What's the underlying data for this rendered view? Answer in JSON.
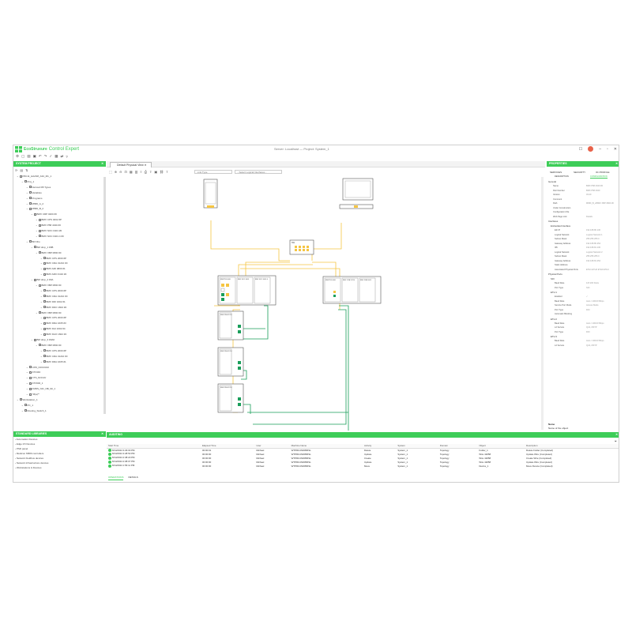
{
  "app": {
    "brand_part1": "EcoStruxure",
    "brand_part2": "Control Expert",
    "window_title": "Server: Localhost — Project: System_1"
  },
  "system_project": {
    "title": "SYSTEM PROJECT",
    "tree": [
      {
        "label": "P6C11_HAAS8_A34_M1_1",
        "level": 0
      },
      {
        "label": "Proj_1",
        "level": 1
      },
      {
        "label": "Derived FB Types",
        "level": 2
      },
      {
        "label": "Variables",
        "level": 2
      },
      {
        "label": "Programs",
        "level": 2
      },
      {
        "label": "M580_A_2",
        "level": 2
      },
      {
        "label": "M580_B_2",
        "level": 2
      },
      {
        "label": "BMX CRP 0200 #0",
        "level": 3
      },
      {
        "label": "BMX CPS 4002 #P",
        "level": 4
      },
      {
        "label": "BMX P58 4040 #0",
        "level": 4
      },
      {
        "label": "BMX NOC 0401 #0",
        "level": 4
      },
      {
        "label": "BMX NOC 0401.4 #0",
        "level": 4
      },
      {
        "label": "BIX Rio",
        "level": 2
      },
      {
        "label": "BM drop_1 #0B",
        "level": 3
      },
      {
        "label": "BMX XBP 0800 #0",
        "level": 4
      },
      {
        "label": "BMX CPS 2000 #P",
        "level": 5
      },
      {
        "label": "BMX CRA 31210 #0",
        "level": 5
      },
      {
        "label": "BMX AMI 0800 #1",
        "level": 5
      },
      {
        "label": "BMX AMO 0410 #2",
        "level": 5
      },
      {
        "label": "BM drop_2 #0A",
        "level": 3
      },
      {
        "label": "BMX XBP 0800 #0",
        "level": 4
      },
      {
        "label": "BMX CPS 2000 #P",
        "level": 5
      },
      {
        "label": "BMX CRA 31210 #0",
        "level": 5
      },
      {
        "label": "BMX DDI 1602 #1",
        "level": 5
      },
      {
        "label": "BMX DDO 1602 #2",
        "level": 5
      },
      {
        "label": "BMX XBP 0800 #0",
        "level": 4
      },
      {
        "label": "BMX CPS 2000 #P",
        "level": 5
      },
      {
        "label": "BMX DRA 1605 #3",
        "level": 5
      },
      {
        "label": "BMX DAI 1602 #4",
        "level": 5
      },
      {
        "label": "BMX DAO 1602 #4",
        "level": 5
      },
      {
        "label": "BM drop_3 #0A0",
        "level": 3
      },
      {
        "label": "BMX XBP 0800 #0",
        "level": 4
      },
      {
        "label": "BMX CPS 2000 #P",
        "level": 5
      },
      {
        "label": "BMX CRA 31210 #0",
        "level": 5
      },
      {
        "label": "BMX DRA 1605 #1",
        "level": 5
      },
      {
        "label": "CPR_NOC0310",
        "level": 2
      },
      {
        "label": "ATV340",
        "level": 2
      },
      {
        "label": "CTS_NOCtrlr",
        "level": 2
      },
      {
        "label": "ATV600_1",
        "level": 2
      },
      {
        "label": "FMDS_NIC_NB_90_1",
        "level": 2
      },
      {
        "label": "\"M(a)*\"",
        "level": 2
      },
      {
        "label": "Workstation_1",
        "level": 0
      },
      {
        "label": "PC_1",
        "level": 1
      },
      {
        "label": "Routing_Switch_1",
        "level": 1
      }
    ]
  },
  "equipment_library": {
    "title": "STANDARD LIBRARIES",
    "items": [
      "Automation Devices",
      "Edge I/O Devices",
      "PSD panel",
      "Modicon M580 controllers",
      "Network Fieldbus devices",
      "Network Infrastructure devices",
      "Workstations & Devices"
    ]
  },
  "editor": {
    "tab_label": "Default Physical View",
    "select_type": "Link Type",
    "select_interface": "- Select Logical Interfaces -"
  },
  "properties": {
    "title": "PROPERTIES",
    "tabs": [
      "SERVICES",
      "SECURITY",
      "IIC PROFILE"
    ],
    "subtabs": [
      "DESCRIPTION",
      "CONFIGURATION"
    ],
    "general_label": "General",
    "general": [
      {
        "k": "Name",
        "v": "BMX P58 4040 #0"
      },
      {
        "k": "Part Number",
        "v": "BMX P58 4040"
      },
      {
        "k": "Version",
        "v": "03.20"
      },
      {
        "k": "Comment",
        "v": ""
      },
      {
        "k": "Path",
        "v": "M580_B_2/BMX XBP 0800 #0"
      },
      {
        "k": "Under Construction",
        "v": ""
      },
      {
        "k": "Configuration File",
        "v": ""
      },
      {
        "k": "Web Page Link",
        "v": "Details"
      }
    ],
    "interfaces_label": "Interfaces",
    "embedded_label": "Embedded Interface",
    "net_a": [
      {
        "k": "Eth IP",
        "v": "192.168.80.130"
      },
      {
        "k": "Logical Network",
        "v": "Logical Network 1"
      },
      {
        "k": "Subnet Mask",
        "v": "255.255.255.0"
      },
      {
        "k": "Gateway Address",
        "v": "192.168.80.254"
      }
    ],
    "net_b": [
      {
        "k": "IPb",
        "v": "192.168.81.130"
      },
      {
        "k": "Logical Network",
        "v": "Logical Network 2"
      },
      {
        "k": "Subnet Mask",
        "v": "255.255.255.0"
      },
      {
        "k": "Gateway Address",
        "v": "192.168.81.254"
      },
      {
        "k": "Static Address",
        "v": ""
      },
      {
        "k": "Associated Physical Ports",
        "v": "ETH1 ETH2 ETH3 ETH4"
      }
    ],
    "physical_label": "Physical Ports",
    "ports": [
      {
        "section": "SIO",
        "rows": [
          {
            "k": "Baud Rate",
            "v": "115 200 bits/s"
          },
          {
            "k": "Port Type",
            "v": "SIO"
          }
        ]
      },
      {
        "section": "ETH 1",
        "rows": [
          {
            "k": "Enabled",
            "v": "✓"
          },
          {
            "k": "Baud Rate",
            "v": "Auto / 10/100 Mbps"
          },
          {
            "k": "Service Port Mode",
            "v": "Access Mode"
          },
          {
            "k": "Port Type",
            "v": "DIO"
          },
          {
            "k": "Automatic Blocking",
            "v": ""
          }
        ]
      },
      {
        "section": "ETH 2",
        "rows": [
          {
            "k": "Baud Rate",
            "v": "Auto / 10/100 Mbps"
          },
          {
            "k": "L2 Service",
            "v": "QoS, RSTP"
          },
          {
            "k": "Port Type",
            "v": "DIO"
          }
        ]
      },
      {
        "section": "ETH 3",
        "rows": [
          {
            "k": "Baud Rate",
            "v": "Auto / 10/100 Mbps"
          },
          {
            "k": "L2 Service",
            "v": "QoS, RSTP"
          }
        ]
      }
    ],
    "note_title": "Name",
    "note_text": "Name of the object"
  },
  "auditing": {
    "title": "AUDITING",
    "columns": [
      "Start Time",
      "Elapsed Time",
      "User",
      "Machine Name",
      "Activity",
      "System",
      "Domain",
      "Object",
      "Description"
    ],
    "rows": [
      [
        "8/14/2024 3:29:03 PM",
        "00:00:01",
        "Michael",
        "WTPRU4SD05RSL",
        "Delete",
        "System_1",
        "Topology",
        "Folder_1",
        "Delete Folder (Completed)"
      ],
      [
        "8/14/2024 3:28:53 PM",
        "00:00:00",
        "Michael",
        "WTPRU4SD05RSL",
        "Update",
        "System_1",
        "Topology",
        "Wire 42058",
        "Update Wire (Completed)"
      ],
      [
        "8/14/2024 2:38:20 PM",
        "00:00:00",
        "Michael",
        "WTPRU4SD05RSL",
        "Create",
        "System_1",
        "Topology",
        "Wire 42058",
        "Create Wire (Completed)"
      ],
      [
        "8/14/2024 2:08:07 PM",
        "00:00:00",
        "Michael",
        "WTPRU4SD05RSL",
        "Update",
        "System_1",
        "Topology",
        "Wire 42058",
        "Update Wire (Completed)"
      ],
      [
        "8/14/2024 1:56:11 PM",
        "00:00:00",
        "Michael",
        "WTPRU4SD05RSL",
        "Move",
        "System_1",
        "Topology",
        "Device_1",
        "Move Device (Completed)"
      ]
    ],
    "bottom_tabs": [
      "OPERATIONS",
      "DETAILS"
    ]
  },
  "diagram": {
    "switch_label": "SW",
    "rack_a": [
      "BMXP58 4040",
      "BMX NOC 0401",
      "BMX NOC 0401.4"
    ],
    "rack_b": [
      "BMXP58 4040",
      "BMX CRA 31210",
      "BMX DRA 1605"
    ],
    "drop_labels": [
      "BMXCRA 31210",
      "BMXCRA 31210",
      "BMXCRA 31210"
    ],
    "colors": {
      "yellow_link": "#f5c542",
      "green_link": "#1a9e5a",
      "accent": "#3dcd58"
    }
  }
}
